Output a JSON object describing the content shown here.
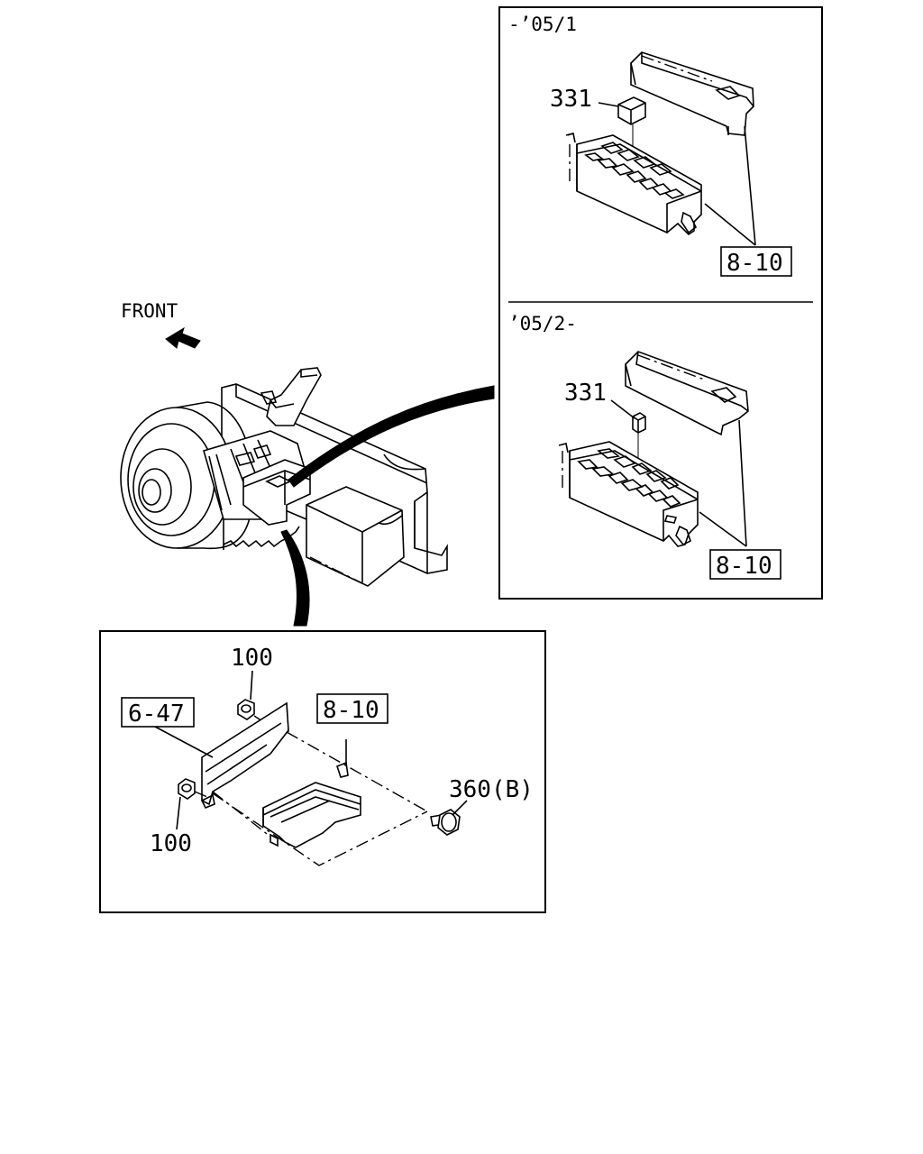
{
  "labels": {
    "front": "FRONT",
    "period_early": "-’05/1",
    "period_late": "’05/2-",
    "relay_early": "331",
    "relay_late": "331",
    "fusebox_early": "8-10",
    "fusebox_late": "8-10",
    "fusebox_main": "8-10",
    "bracket": "6-47",
    "nut_top": "100",
    "nut_bottom": "100",
    "bolt": "360(B)"
  }
}
